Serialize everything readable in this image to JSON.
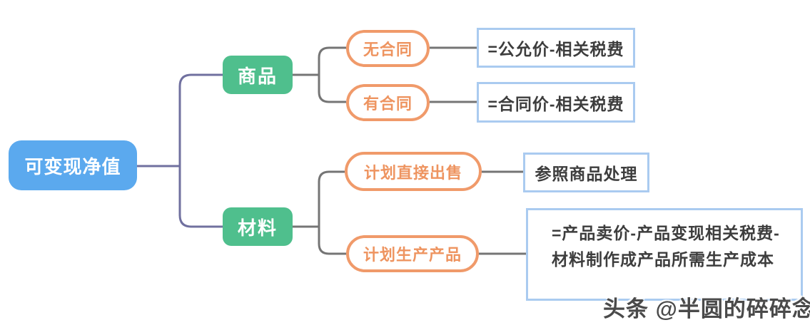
{
  "diagram": {
    "root": {
      "label": "可变现净值"
    },
    "branches": [
      {
        "label": "商品",
        "children": [
          {
            "label": "无合同",
            "result": "=公允价-相关税费"
          },
          {
            "label": "有合同",
            "result": "=合同价-相关税费"
          }
        ]
      },
      {
        "label": "材料",
        "children": [
          {
            "label": "计划直接出售",
            "result": "参照商品处理"
          },
          {
            "label": "计划生产产品",
            "result": "=产品卖价-产品变现相关税费-材料制作成产品所需生产成本"
          }
        ]
      }
    ]
  },
  "watermark": {
    "text": "头条 @半圆的碎碎念"
  },
  "colors": {
    "root-blue": "#5BA9EE",
    "branch-green": "#4FBF8D",
    "capsule-orange": "#F09A6A",
    "capsule-text": "#EE9460",
    "box-border": "#AACBF0",
    "line-purple": "#70709F",
    "line-gray": "#757575",
    "box-text": "#3D3D3D",
    "watermark-gray": "#4A4A4A"
  }
}
